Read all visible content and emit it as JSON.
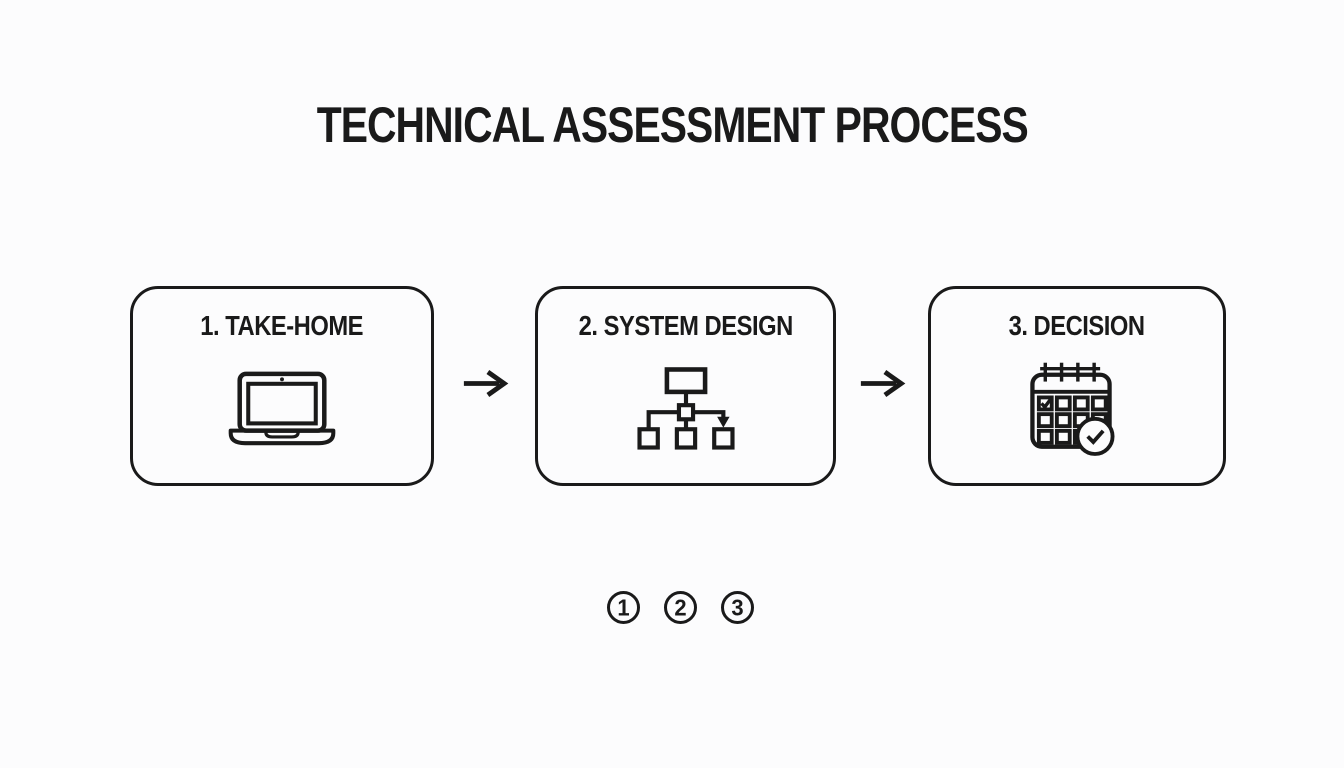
{
  "colors": {
    "background": "#fcfcfd",
    "ink": "#1a1a1a"
  },
  "title": "TECHNICAL ASSESSMENT PROCESS",
  "steps": [
    {
      "label": "1. TAKE-HOME",
      "icon": "laptop-icon"
    },
    {
      "label": "2. SYSTEM DESIGN",
      "icon": "org-chart-icon"
    },
    {
      "label": "3. DECISION",
      "icon": "calendar-check-icon"
    }
  ],
  "connectors": [
    {
      "icon": "arrow-right-icon"
    },
    {
      "icon": "arrow-right-icon"
    }
  ],
  "step_indicators": [
    {
      "number": "1"
    },
    {
      "number": "2"
    },
    {
      "number": "3"
    }
  ]
}
